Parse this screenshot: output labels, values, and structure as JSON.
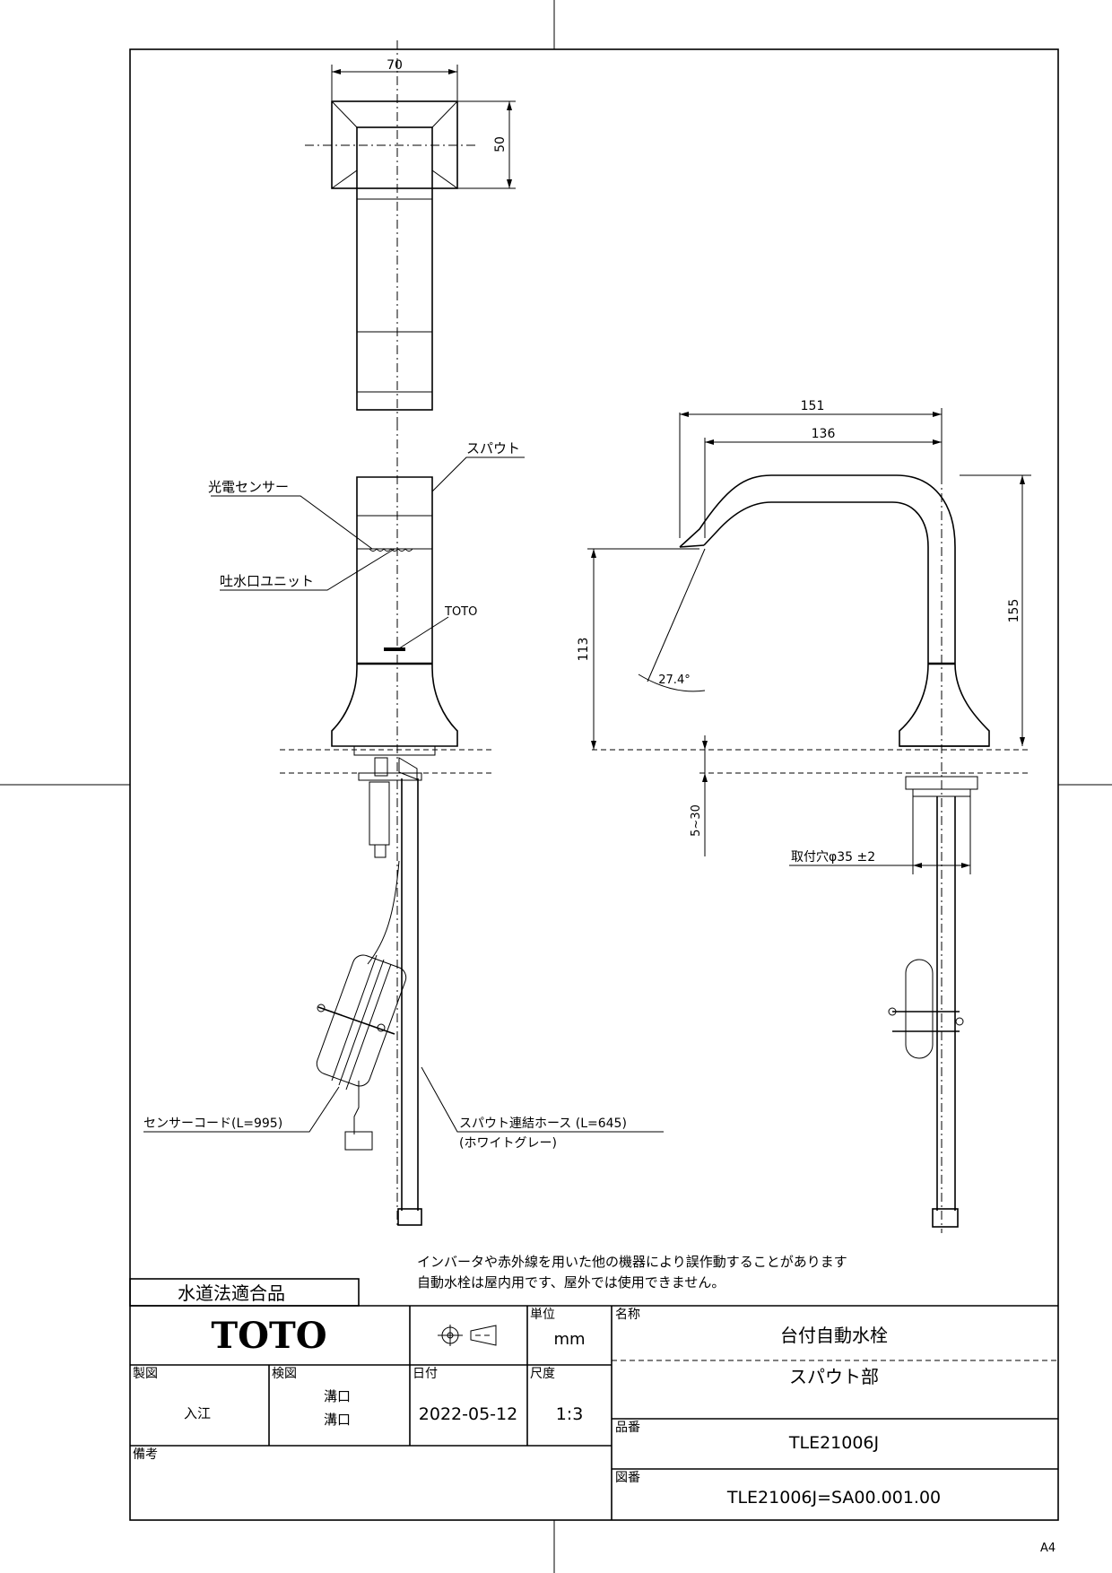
{
  "dimensions": {
    "top_width": "70",
    "top_depth": "50",
    "reach_total": "151",
    "reach_spout": "136",
    "height_total": "155",
    "height_outlet": "113",
    "angle": "27.4°",
    "deck_range": "5~30",
    "mount_hole": "取付穴φ35  ±2"
  },
  "callouts": {
    "spout": "スパウト",
    "photo_sensor": "光電センサー",
    "outlet_unit": "吐水口ユニット",
    "brand_mark": "TOTO",
    "sensor_cord": "センサーコード(L=995)",
    "hose": "スパウト連結ホース (L=645)",
    "hose_color": "(ホワイトグレー)"
  },
  "notes": [
    "インバータや赤外線を用いた他の機器により誤作動することがあります",
    "自動水栓は屋内用です、屋外では使用できません。"
  ],
  "title_block": {
    "compliance": "水道法適合品",
    "logo": "TOTO",
    "unit_label": "単位",
    "unit_value": "mm",
    "name_label": "名称",
    "name_value": "台付自動水栓",
    "name_sub": "スパウト部",
    "drawn_label": "製図",
    "drawn_value": "入江",
    "checked_label": "検図",
    "checked_value_1": "溝口",
    "checked_value_2": "溝口",
    "date_label": "日付",
    "date_value": "2022-05-12",
    "scale_label": "尺度",
    "scale_value": "1:3",
    "remarks_label": "備考",
    "part_no_label": "品番",
    "part_no_value": "TLE21006J",
    "drawing_no_label": "図番",
    "drawing_no_value": "TLE21006J=SA00.001.00"
  },
  "paper_size": "A4"
}
